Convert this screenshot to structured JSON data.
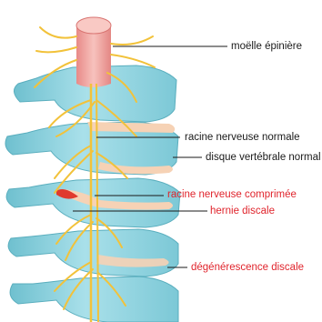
{
  "labels": {
    "spinal_cord": "moëlle épinière",
    "normal_nerve_root": "racine nerveuse normale",
    "normal_disc": "disque vertébrale normal",
    "compressed_nerve_root": "racine nerveuse comprimée",
    "herniated_disc": "hernie discale",
    "disc_degeneration": "dégénérescence discale"
  },
  "colors": {
    "vertebra": "#8fd3e0",
    "vertebra_dark": "#5fb7c8",
    "disc": "#f6d2b5",
    "spinal_cord": "#f2a3a0",
    "nerve": "#f2c23a",
    "pinch": "#e03a2e",
    "leader": "#1a1a1a",
    "red_text": "#e0242c"
  }
}
